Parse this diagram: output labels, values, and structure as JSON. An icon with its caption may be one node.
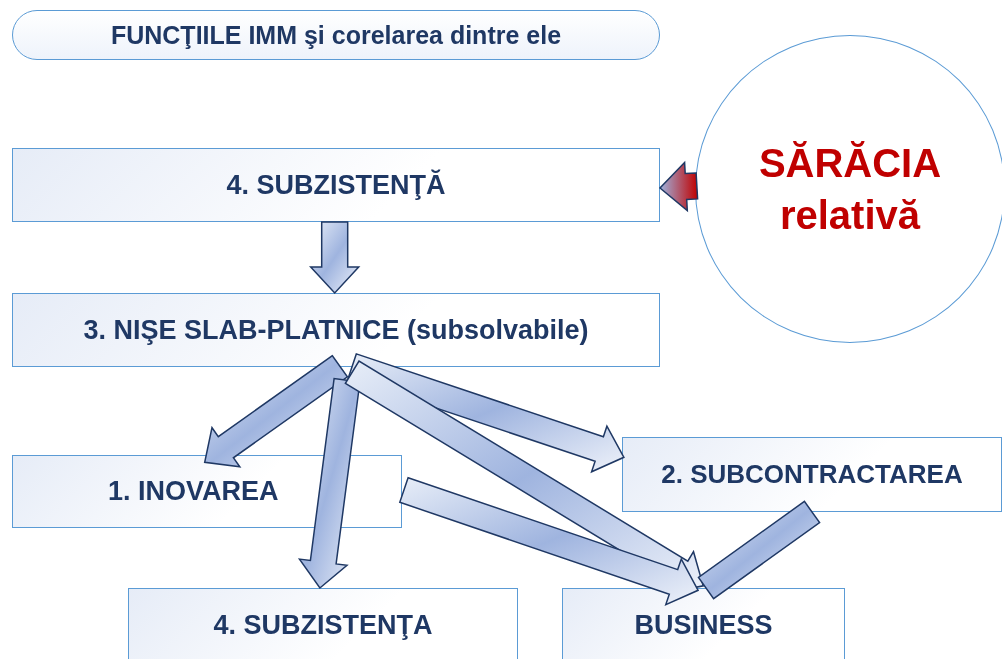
{
  "diagram": {
    "title": "FUNCŢIILE IMM şi corelarea dintre ele",
    "nodes": [
      {
        "text": [
          "4. SUBZISTENŢĂ"
        ]
      },
      {
        "text": [
          "SĂRĂCIA relativă"
        ]
      },
      {
        "text": [
          "3. NIŞE SLAB-PLATNICE (subsolvabile)"
        ]
      },
      {
        "text": [
          "1. INOVAREA"
        ]
      },
      {
        "text": [
          "2. SUBCONTRACTAREA"
        ]
      },
      {
        "text": [
          "4. SUBZISTENŢA"
        ]
      },
      {
        "text": [
          "BUSINESS"
        ]
      }
    ],
    "edges": [
      {
        "from": 1,
        "to": 0,
        "arrow": "to",
        "color": "#c00000"
      },
      {
        "from": 0,
        "to": 2,
        "arrow": "to"
      },
      {
        "from": 2,
        "to": 3,
        "arrow": "to"
      },
      {
        "from": 2,
        "to": 5,
        "arrow": "to"
      },
      {
        "from": 2,
        "to": 4,
        "arrow": "to"
      },
      {
        "from": 2,
        "to": 6,
        "arrow": "to"
      },
      {
        "from": 3,
        "to": 6,
        "arrow": "to"
      },
      {
        "from": 4,
        "to": 6,
        "arrow": "none"
      }
    ]
  }
}
